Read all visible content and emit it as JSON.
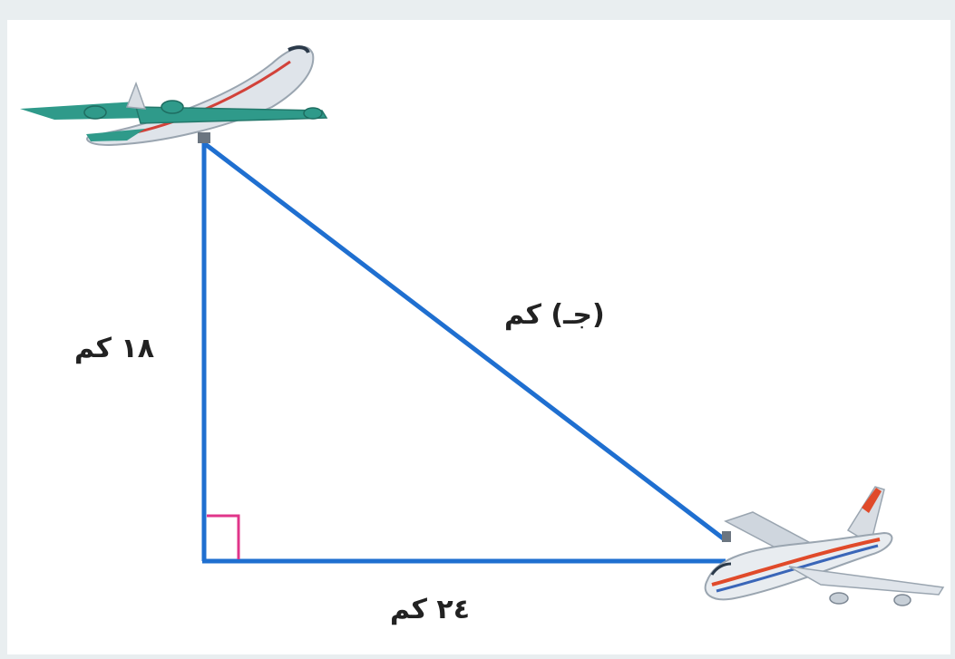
{
  "labels": {
    "vertical": "١٨ كم",
    "horizontal": "٢٤ كم",
    "hypotenuse": "(جـ) كم"
  },
  "colors": {
    "triangle_line": "#1f6fd0",
    "right_angle_mark": "#e0358a",
    "plane_top_body": "#dfe4ea",
    "plane_top_wing": "#2f9a8a",
    "plane_bottom_body": "#e8ecf0",
    "plane_bottom_stripe": "#e04a2a"
  },
  "icons": {
    "top": "airplane-icon",
    "bottom": "airplane-icon"
  }
}
